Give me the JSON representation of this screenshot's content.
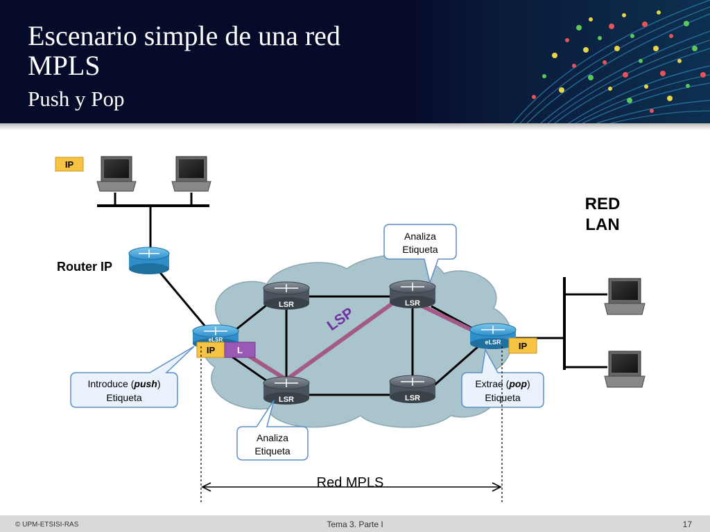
{
  "slide": {
    "title": "Escenario simple de una red MPLS",
    "subtitle": "Push y Pop"
  },
  "diagram": {
    "lan_label_line1": "RED",
    "lan_label_line2": "LAN",
    "router_ip_label": "Router IP",
    "lsp_label": "LSP",
    "red_mpls_label": "Red MPLS",
    "node_labels": {
      "lsr_top_left": "LSR",
      "lsr_top_right": "LSR",
      "lsr_bottom_left": "LSR",
      "lsr_bottom_right": "LSR",
      "elsr_left": "eLSR",
      "elsr_right": "eLSR"
    },
    "packet_tags": {
      "ip_top": "IP",
      "ip_left": "IP",
      "label_left": "L",
      "ip_right": "IP"
    },
    "callouts": {
      "push_line1_prefix": "Introduce (",
      "push_line1_em": "push",
      "push_line1_suffix": ")",
      "push_line2": "Etiqueta",
      "pop_line1_prefix": "Extrae (",
      "pop_line1_em": "pop",
      "pop_line1_suffix": ")",
      "pop_line2": "Etiqueta",
      "analiza_top_line1": "Analiza",
      "analiza_top_line2": "Etiqueta",
      "analiza_bottom_line1": "Analiza",
      "analiza_bottom_line2": "Etiqueta"
    },
    "colors": {
      "cloud": "#a9c4cc",
      "lsp_path": "#a35a87",
      "lsp_text": "#7030a0",
      "ip_tag": "#f6c343",
      "label_tag": "#9b59b6",
      "callout_border": "#5b8ec9",
      "router_blue": "#3aa0d8",
      "router_gray": "#555e66"
    }
  },
  "footer": {
    "copyright": "© UPM-ETSISI-RAS",
    "center": "Tema 3. Parte I",
    "page": "17"
  }
}
